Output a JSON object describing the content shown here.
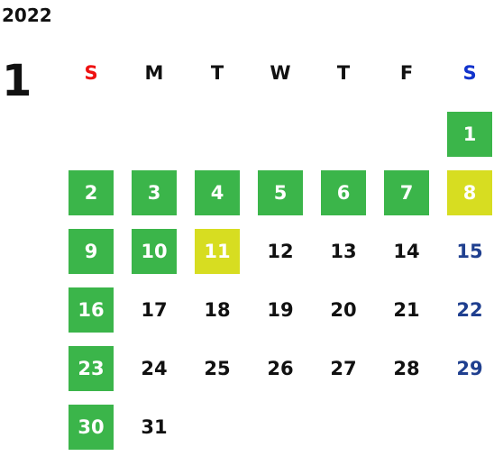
{
  "calendar": {
    "year": "2022",
    "month": "1",
    "weekdays": [
      {
        "label": "S",
        "color": "#ee1111"
      },
      {
        "label": "M",
        "color": "#111111"
      },
      {
        "label": "T",
        "color": "#111111"
      },
      {
        "label": "W",
        "color": "#111111"
      },
      {
        "label": "T",
        "color": "#111111"
      },
      {
        "label": "F",
        "color": "#111111"
      },
      {
        "label": "S",
        "color": "#1133cc"
      }
    ],
    "colors": {
      "green": "#3bb54a",
      "yellow": "#d7dd21",
      "saturday_text": "#1f3f8f",
      "default_text": "#111111",
      "highlight_text": "#ffffff"
    },
    "weeks": [
      [
        null,
        null,
        null,
        null,
        null,
        null,
        {
          "day": "1",
          "status": "green"
        }
      ],
      [
        {
          "day": "2",
          "status": "green"
        },
        {
          "day": "3",
          "status": "green"
        },
        {
          "day": "4",
          "status": "green"
        },
        {
          "day": "5",
          "status": "green"
        },
        {
          "day": "6",
          "status": "green"
        },
        {
          "day": "7",
          "status": "green"
        },
        {
          "day": "8",
          "status": "yellow"
        }
      ],
      [
        {
          "day": "9",
          "status": "green"
        },
        {
          "day": "10",
          "status": "green"
        },
        {
          "day": "11",
          "status": "yellow"
        },
        {
          "day": "12",
          "status": "none"
        },
        {
          "day": "13",
          "status": "none"
        },
        {
          "day": "14",
          "status": "none"
        },
        {
          "day": "15",
          "status": "none"
        }
      ],
      [
        {
          "day": "16",
          "status": "green"
        },
        {
          "day": "17",
          "status": "none"
        },
        {
          "day": "18",
          "status": "none"
        },
        {
          "day": "19",
          "status": "none"
        },
        {
          "day": "20",
          "status": "none"
        },
        {
          "day": "21",
          "status": "none"
        },
        {
          "day": "22",
          "status": "none"
        }
      ],
      [
        {
          "day": "23",
          "status": "green"
        },
        {
          "day": "24",
          "status": "none"
        },
        {
          "day": "25",
          "status": "none"
        },
        {
          "day": "26",
          "status": "none"
        },
        {
          "day": "27",
          "status": "none"
        },
        {
          "day": "28",
          "status": "none"
        },
        {
          "day": "29",
          "status": "none"
        }
      ],
      [
        {
          "day": "30",
          "status": "green"
        },
        {
          "day": "31",
          "status": "none"
        },
        null,
        null,
        null,
        null,
        null
      ]
    ]
  }
}
